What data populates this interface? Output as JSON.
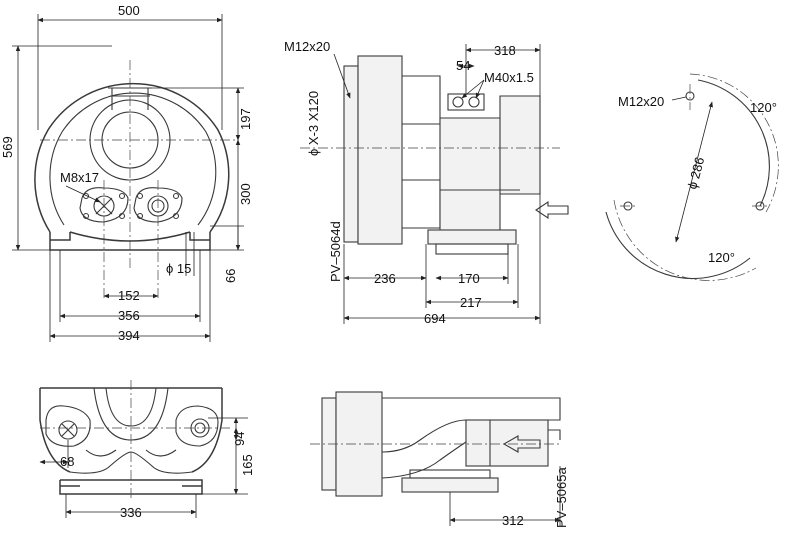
{
  "front_view": {
    "width_500": "500",
    "height_569": "569",
    "dim_197": "197",
    "dim_300": "300",
    "dim_66": "66",
    "hole_phi15": "ϕ 15",
    "bolt_m8x17": "M8x17",
    "dim_152": "152",
    "dim_356": "356",
    "dim_394": "394"
  },
  "side_view": {
    "thread_m12x20": "M12x20",
    "bolt_pattern": "ϕ X-3 X120",
    "dim_318": "318",
    "dim_54": "54",
    "thread_m40x1_5": "M40x1.5",
    "model_pv5064d": "PV–5064d",
    "dim_236": "236",
    "dim_170": "170",
    "dim_217": "217",
    "dim_694": "694"
  },
  "flange_view": {
    "thread_m12x20": "M12x20",
    "angle_top": "120°",
    "angle_bottom": "120°",
    "diameter_phi286": "ϕ 286"
  },
  "bottom_left_view": {
    "dim_94": "94",
    "dim_68": "68",
    "dim_165": "165",
    "dim_336": "336"
  },
  "bottom_right_view": {
    "model_pv5065a": "PV–5065a",
    "dim_312": "312"
  }
}
